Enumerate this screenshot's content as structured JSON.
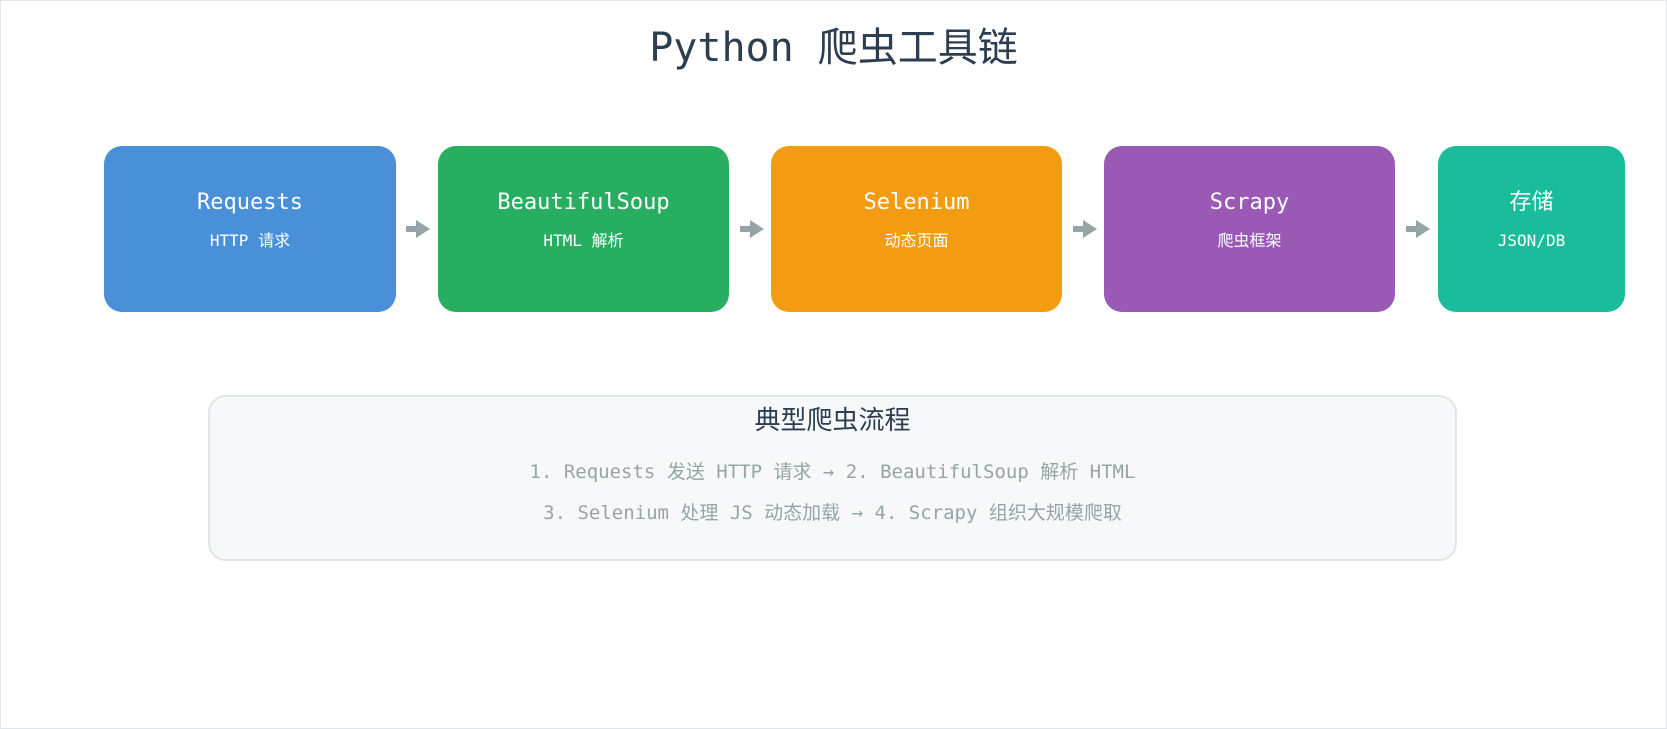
{
  "title": "Python 爬虫工具链",
  "nodes": [
    {
      "name": "Requests",
      "desc": "HTTP 请求",
      "color": "#4a90d9"
    },
    {
      "name": "BeautifulSoup",
      "desc": "HTML 解析",
      "color": "#27ae60"
    },
    {
      "name": "Selenium",
      "desc": "动态页面",
      "color": "#f39c12"
    },
    {
      "name": "Scrapy",
      "desc": "爬虫框架",
      "color": "#9b59b6"
    },
    {
      "name": "存储",
      "desc": "JSON/DB",
      "color": "#1abc9c"
    }
  ],
  "arrow_color": "#95a5a6",
  "flow": {
    "title": "典型爬虫流程",
    "lines": [
      "1. Requests 发送 HTTP 请求 → 2. BeautifulSoup 解析 HTML",
      "3. Selenium 处理 JS 动态加载 → 4. Scrapy 组织大规模爬取"
    ]
  }
}
